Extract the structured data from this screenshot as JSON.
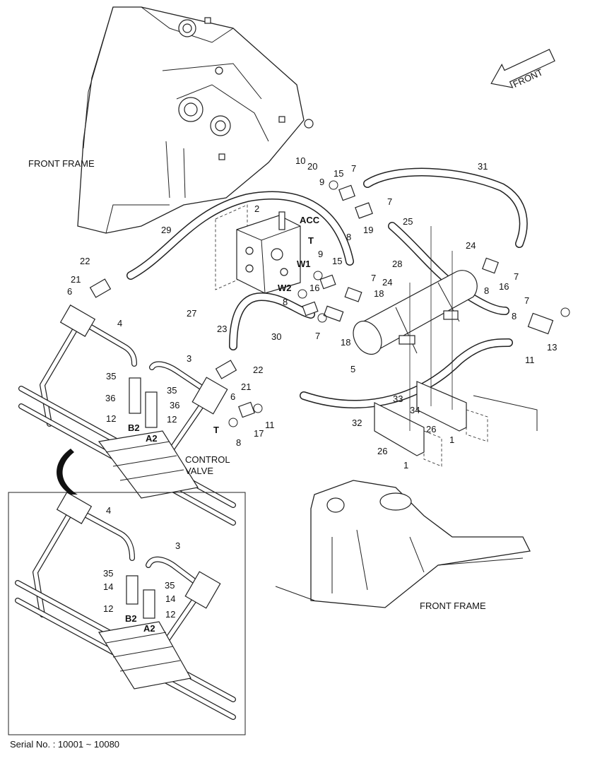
{
  "labels": {
    "front_frame_top": "FRONT FRAME",
    "front_frame_bottom": "FRONT FRAME",
    "front_arrow": "FRONT",
    "control_valve_line1": "CONTROL",
    "control_valve_line2": "VALVE",
    "port_acc": "ACC",
    "port_t_top": "T",
    "port_w1": "W1",
    "port_w2": "W2",
    "port_t_bottom": "T",
    "port_b2": "B2",
    "port_a2": "A2",
    "inset_port_b2": "B2",
    "inset_port_a2": "A2"
  },
  "callouts": [
    {
      "id": "c10",
      "text": "10"
    },
    {
      "id": "c20",
      "text": "20"
    },
    {
      "id": "c15a",
      "text": "15"
    },
    {
      "id": "c7a",
      "text": "7"
    },
    {
      "id": "c31",
      "text": "31"
    },
    {
      "id": "c9a",
      "text": "9"
    },
    {
      "id": "c2",
      "text": "2"
    },
    {
      "id": "c7b",
      "text": "7"
    },
    {
      "id": "c19",
      "text": "19"
    },
    {
      "id": "c8a",
      "text": "8"
    },
    {
      "id": "c25",
      "text": "25"
    },
    {
      "id": "c29",
      "text": "29"
    },
    {
      "id": "c24a",
      "text": "24"
    },
    {
      "id": "c28",
      "text": "28"
    },
    {
      "id": "c9b",
      "text": "9"
    },
    {
      "id": "c15b",
      "text": "15"
    },
    {
      "id": "c7c",
      "text": "7"
    },
    {
      "id": "c22a",
      "text": "22"
    },
    {
      "id": "c16a",
      "text": "16"
    },
    {
      "id": "c7d",
      "text": "7"
    },
    {
      "id": "c21a",
      "text": "21"
    },
    {
      "id": "c6a",
      "text": "6"
    },
    {
      "id": "c8b",
      "text": "8"
    },
    {
      "id": "c24b",
      "text": "24"
    },
    {
      "id": "c18a",
      "text": "18"
    },
    {
      "id": "c8c",
      "text": "8"
    },
    {
      "id": "c16b",
      "text": "16"
    },
    {
      "id": "c7e",
      "text": "7"
    },
    {
      "id": "c27",
      "text": "27"
    },
    {
      "id": "c23",
      "text": "23"
    },
    {
      "id": "c8d",
      "text": "8"
    },
    {
      "id": "c7f",
      "text": "7"
    },
    {
      "id": "c30",
      "text": "30"
    },
    {
      "id": "c18b",
      "text": "18"
    },
    {
      "id": "c13",
      "text": "13"
    },
    {
      "id": "c4a",
      "text": "4"
    },
    {
      "id": "c11a",
      "text": "11"
    },
    {
      "id": "c3a",
      "text": "3"
    },
    {
      "id": "c5",
      "text": "5"
    },
    {
      "id": "c22b",
      "text": "22"
    },
    {
      "id": "c35a",
      "text": "35"
    },
    {
      "id": "c21b",
      "text": "21"
    },
    {
      "id": "c35b",
      "text": "35"
    },
    {
      "id": "c36a",
      "text": "36"
    },
    {
      "id": "c6b",
      "text": "6"
    },
    {
      "id": "c36b",
      "text": "36"
    },
    {
      "id": "c33",
      "text": "33"
    },
    {
      "id": "c34",
      "text": "34"
    },
    {
      "id": "c12a",
      "text": "12"
    },
    {
      "id": "c12b",
      "text": "12"
    },
    {
      "id": "c17",
      "text": "17"
    },
    {
      "id": "c11b",
      "text": "11"
    },
    {
      "id": "c32",
      "text": "32"
    },
    {
      "id": "c26a",
      "text": "26"
    },
    {
      "id": "c1a",
      "text": "1"
    },
    {
      "id": "c8e",
      "text": "8"
    },
    {
      "id": "c26b",
      "text": "26"
    },
    {
      "id": "c1b",
      "text": "1"
    },
    {
      "id": "c4b",
      "text": "4"
    },
    {
      "id": "c3b",
      "text": "3"
    },
    {
      "id": "c35c",
      "text": "35"
    },
    {
      "id": "c35d",
      "text": "35"
    },
    {
      "id": "c14a",
      "text": "14"
    },
    {
      "id": "c14b",
      "text": "14"
    },
    {
      "id": "c12c",
      "text": "12"
    },
    {
      "id": "c12d",
      "text": "12"
    }
  ],
  "serial": "Serial No. : 10001 ~ 10080"
}
